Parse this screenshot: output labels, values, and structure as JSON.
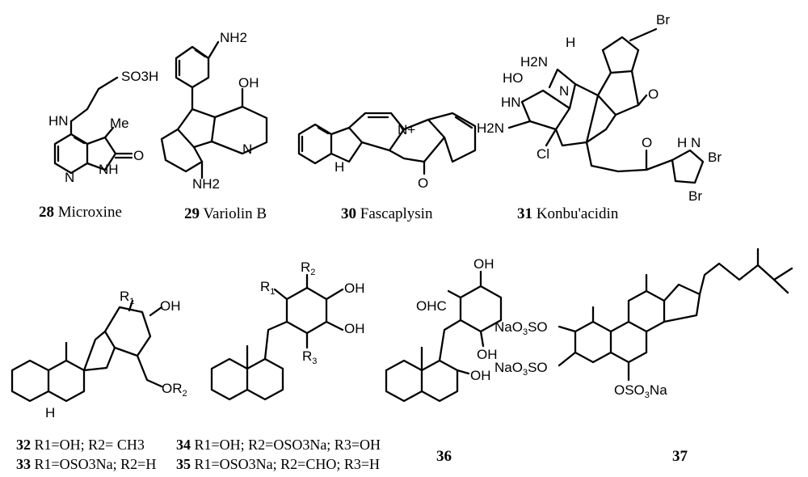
{
  "compounds": [
    {
      "number": "28",
      "name": "Microxine"
    },
    {
      "number": "29",
      "name": "Variolin B"
    },
    {
      "number": "30",
      "name": "Fascaplysin"
    },
    {
      "number": "31",
      "name": "Konbu'acidin"
    },
    {
      "number": "32",
      "name": "",
      "def": "R1=OH; R2= CH3"
    },
    {
      "number": "33",
      "name": "",
      "def": "R1=OSO3Na; R2=H"
    },
    {
      "number": "34",
      "name": "",
      "def": "R1=OH; R2=OSO3Na; R3=OH"
    },
    {
      "number": "35",
      "name": "",
      "def": "R1=OSO3Na; R2=CHO; R3=H"
    },
    {
      "number": "36",
      "name": ""
    },
    {
      "number": "37",
      "name": ""
    }
  ],
  "labels": {
    "so3h": "SO3H",
    "hn": "HN",
    "me": "Me",
    "n": "N",
    "nh": "NH",
    "h": "H",
    "o": "O",
    "nh2": "NH2",
    "h2n": "H2N",
    "oh": "OH",
    "ho": "HO",
    "br": "Br",
    "cl": "Cl",
    "n_plus": "N+",
    "r1": "R1",
    "r2": "R2",
    "r3": "R3",
    "or2": "OR2",
    "ohc": "OHC",
    "nao3so": "NaO3SO",
    "oso3na": "OSO3Na",
    "hn_pyrrole": "H N"
  }
}
